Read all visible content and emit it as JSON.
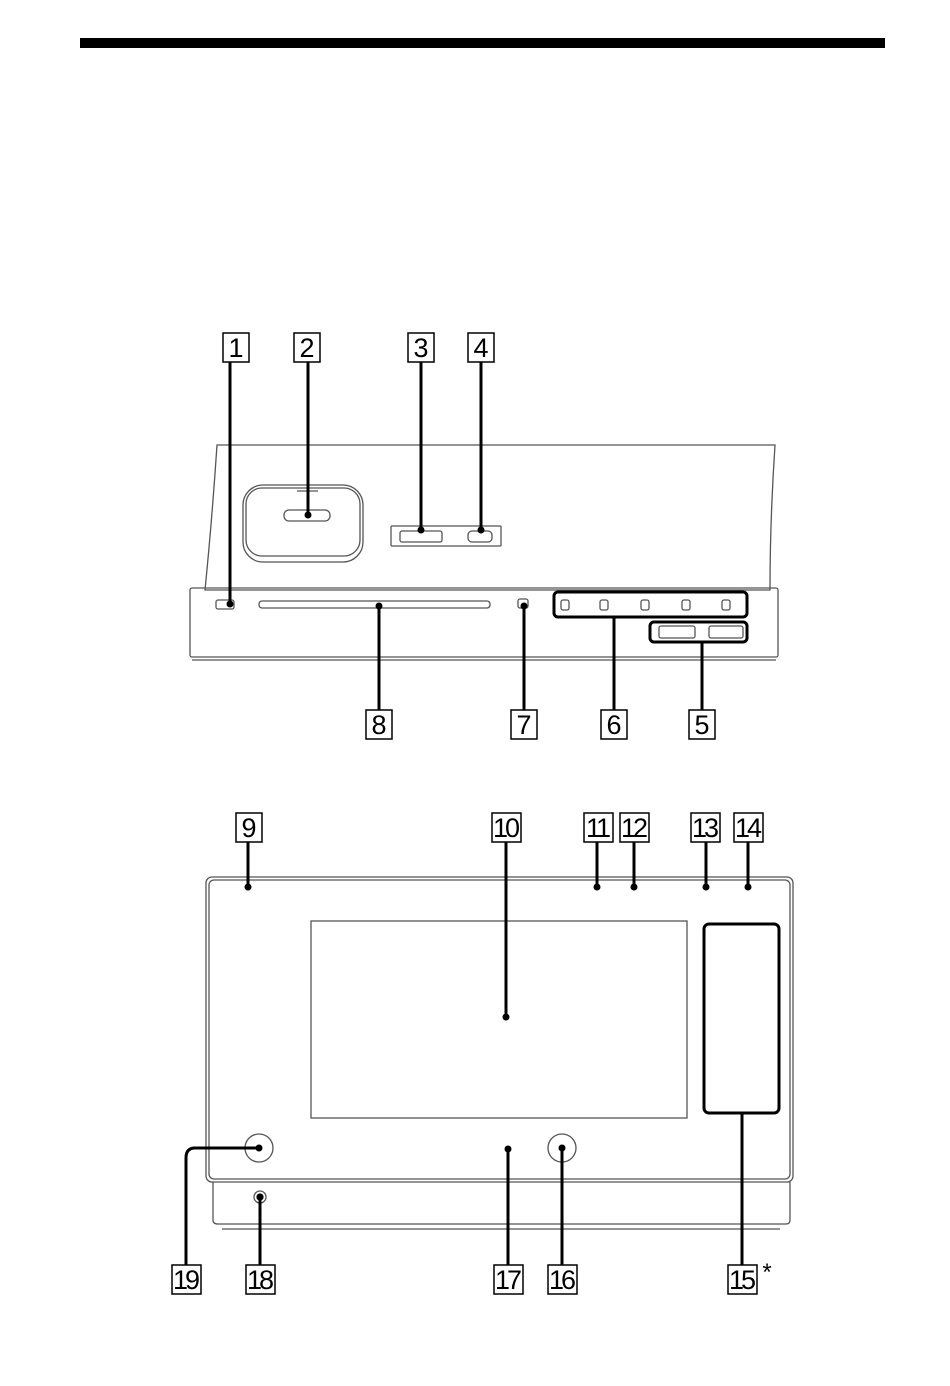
{
  "figure": {
    "title": "Unit parts diagram",
    "top_view_callouts": [
      "1",
      "2",
      "3",
      "4",
      "5",
      "6",
      "7",
      "8"
    ],
    "front_view_callouts": [
      "9",
      "10",
      "11",
      "12",
      "13",
      "14",
      "15",
      "16",
      "17",
      "18",
      "19"
    ],
    "footnote_marker": "*"
  },
  "colors": {
    "rule": "#000000",
    "outline": "#555555"
  }
}
